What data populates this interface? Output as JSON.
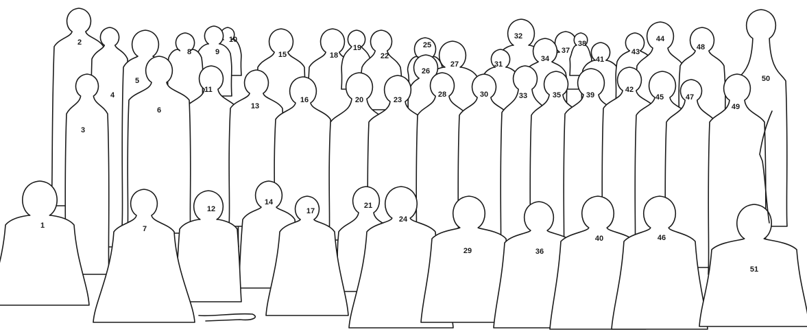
{
  "figures": [
    {
      "id": "1"
    },
    {
      "id": "2"
    },
    {
      "id": "3"
    },
    {
      "id": "4"
    },
    {
      "id": "5"
    },
    {
      "id": "6"
    },
    {
      "id": "7"
    },
    {
      "id": "8"
    },
    {
      "id": "9"
    },
    {
      "id": "10"
    },
    {
      "id": "11"
    },
    {
      "id": "12"
    },
    {
      "id": "13"
    },
    {
      "id": "14"
    },
    {
      "id": "15"
    },
    {
      "id": "16"
    },
    {
      "id": "17"
    },
    {
      "id": "18"
    },
    {
      "id": "19"
    },
    {
      "id": "20"
    },
    {
      "id": "21"
    },
    {
      "id": "22"
    },
    {
      "id": "23"
    },
    {
      "id": "24"
    },
    {
      "id": "25"
    },
    {
      "id": "26"
    },
    {
      "id": "27"
    },
    {
      "id": "28"
    },
    {
      "id": "29"
    },
    {
      "id": "30"
    },
    {
      "id": "31"
    },
    {
      "id": "32"
    },
    {
      "id": "33"
    },
    {
      "id": "34"
    },
    {
      "id": "35"
    },
    {
      "id": "36"
    },
    {
      "id": "37"
    },
    {
      "id": "38"
    },
    {
      "id": "39"
    },
    {
      "id": "40"
    },
    {
      "id": "41"
    },
    {
      "id": "42"
    },
    {
      "id": "43"
    },
    {
      "id": "44"
    },
    {
      "id": "45"
    },
    {
      "id": "46"
    },
    {
      "id": "47"
    },
    {
      "id": "48"
    },
    {
      "id": "49"
    },
    {
      "id": "50"
    },
    {
      "id": "51"
    }
  ],
  "colors": {
    "outline": "#1a1a1a",
    "fill": "#ffffff",
    "background": "#ffffff"
  }
}
